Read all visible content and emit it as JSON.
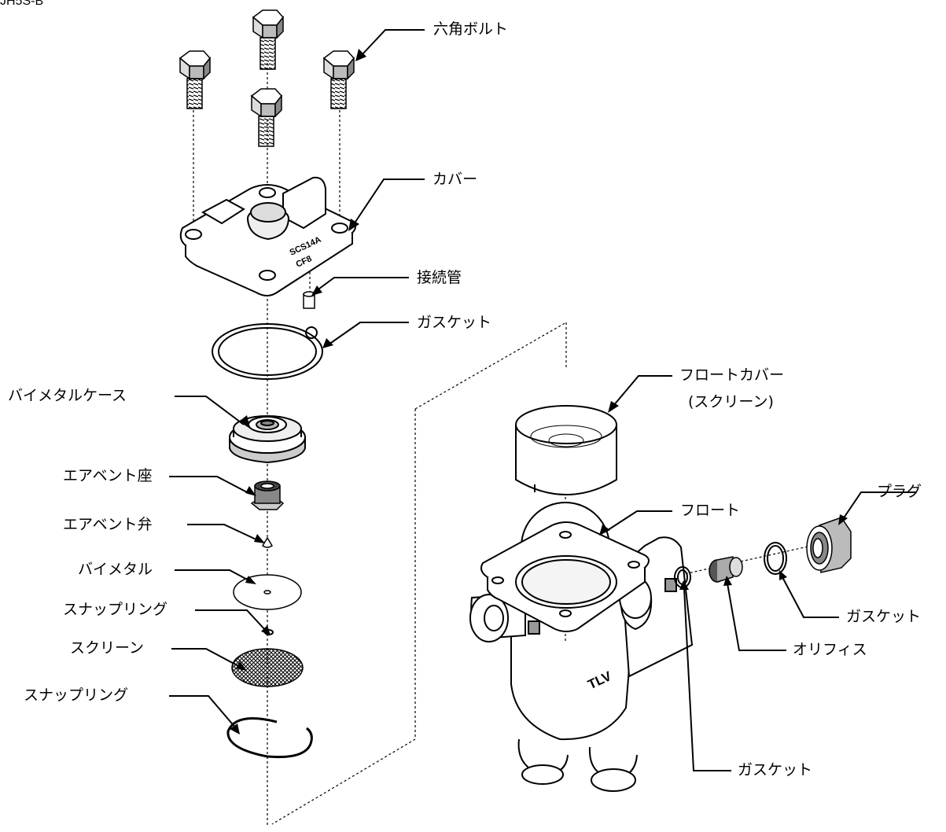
{
  "model_fragment": "JH5S-B",
  "cover_marking": [
    "SCS14A",
    "CF8"
  ],
  "body_logo": "TLV",
  "labels": {
    "hex_bolt": "六角ボルト",
    "cover": "カバー",
    "connecting_pipe": "接続管",
    "gasket_top": "ガスケット",
    "bimetal_case": "バイメタルケース",
    "air_vent_seat": "エアベント座",
    "air_vent_valve": "エアベント弁",
    "bimetal": "バイメタル",
    "snap_ring_1": "スナップリング",
    "screen": "スクリーン",
    "snap_ring_2": "スナップリング",
    "float_cover": "フロートカバー",
    "float_cover_sub": "(スクリーン)",
    "float": "フロート",
    "plug": "プラグ",
    "gasket_plug": "ガスケット",
    "orifice": "オリフィス",
    "gasket_orifice": "ガスケット"
  }
}
